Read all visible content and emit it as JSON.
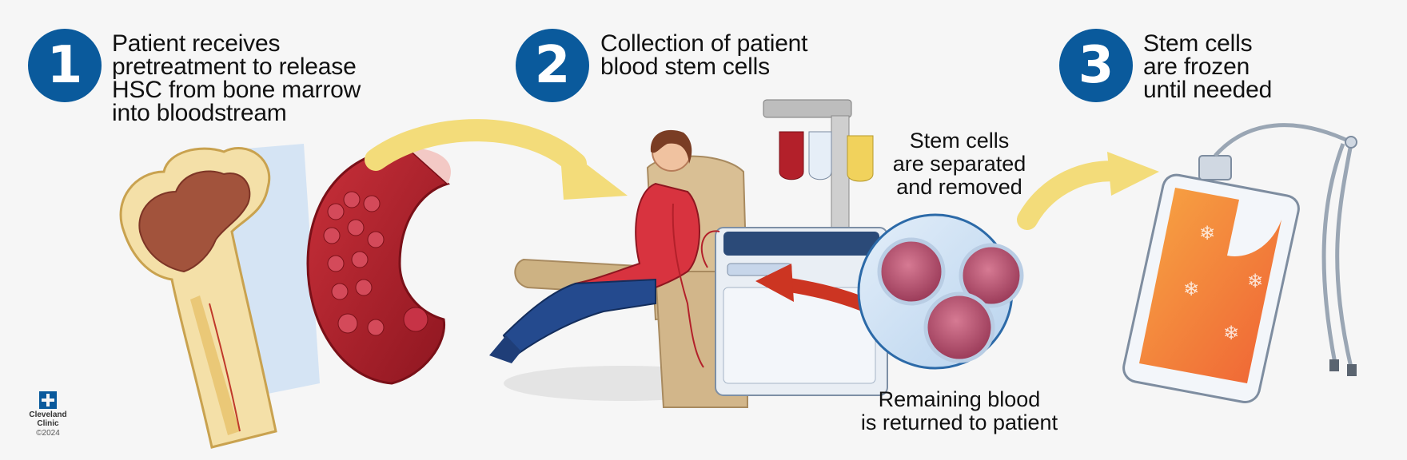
{
  "steps": [
    {
      "number": "1",
      "title": "Patient receives\npretreatment to release\nHSC from bone marrow\ninto bloodstream"
    },
    {
      "number": "2",
      "title": "Collection of patient\nblood stem cells"
    },
    {
      "number": "3",
      "title": "Stem cells\nare frozen\nuntil needed"
    }
  ],
  "labels": {
    "separated": "Stem cells\nare separated\nand removed",
    "returned": "Remaining blood\nis returned to patient"
  },
  "logo": {
    "name": "Cleveland\nClinic",
    "copyright": "©2024"
  },
  "icons": {
    "bone": "bone-marrow-illustration",
    "vessel": "blood-vessel-illustration",
    "patient": "patient-in-chair-illustration",
    "machine": "apheresis-machine-illustration",
    "cells": "stem-cells-magnified-illustration",
    "bag": "frozen-stem-cell-bag-illustration"
  },
  "colors": {
    "badge": "#0a5a9c",
    "arrow": "#f3dc7a",
    "return_arrow": "#cc3522",
    "blood": "#b3202a"
  }
}
